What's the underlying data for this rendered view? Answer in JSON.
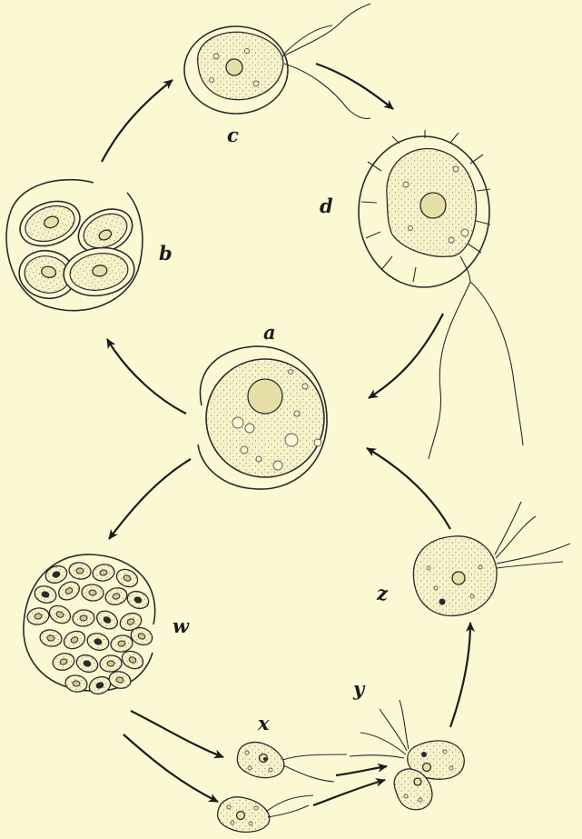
{
  "figure": {
    "labels": {
      "a": "a",
      "b": "b",
      "c": "c",
      "d": "d",
      "w": "w",
      "x": "x",
      "y": "y",
      "z": "z"
    },
    "colors": {
      "paper": "#fbf8d4",
      "ink": "#2a2a2a"
    }
  }
}
